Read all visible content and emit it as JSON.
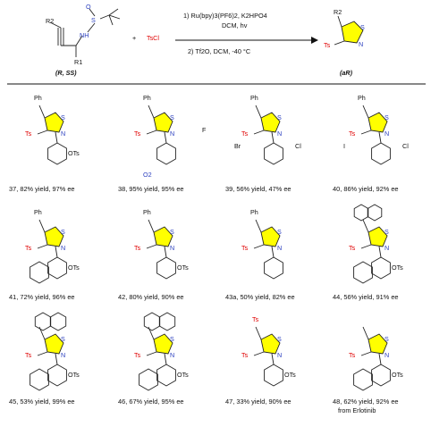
{
  "scheme": {
    "reagent": "TsCl",
    "plus": "+",
    "conditions_line1": "1) Ru(bpy)3(PF6)2, K2HPO4",
    "conditions_line2": "DCM, hv",
    "conditions_line3": "2) Tf2O, DCM, -40 °C",
    "substrate_label": "(R, SS)",
    "product_label": "(aR)",
    "atoms": {
      "r1": "R1",
      "r2": "R2",
      "s": "S",
      "o": "O",
      "nh": "NH",
      "n": "N",
      "ts": "Ts"
    }
  },
  "entries": [
    {
      "id": "37",
      "caption": "37, 82% yield, 97% ee"
    },
    {
      "id": "38",
      "caption": "38, 95% yield, 95% ee"
    },
    {
      "id": "39",
      "caption": "39, 56% yield, 47% ee"
    },
    {
      "id": "40",
      "caption": "40, 86% yield, 92% ee"
    },
    {
      "id": "41",
      "caption": "41, 72% yield, 96% ee"
    },
    {
      "id": "42",
      "caption": "42, 80% yield, 90% ee"
    },
    {
      "id": "43",
      "caption": "43a, 50% yield, 82% ee"
    },
    {
      "id": "44",
      "caption": "44, 56% yield, 91% ee"
    },
    {
      "id": "45",
      "caption": "45, 53% yield, 99% ee"
    },
    {
      "id": "46",
      "caption": "46, 67% yield, 95% ee"
    },
    {
      "id": "47",
      "caption": "47, 33% yield, 90% ee"
    },
    {
      "id": "48",
      "caption": "48, 62% yield, 92% ee"
    }
  ],
  "labels": {
    "ph": "Ph",
    "ots": "OTs",
    "f": "F",
    "br": "Br",
    "cl": "Cl",
    "i": "I",
    "o2": "O2",
    "me2n_ts": "Ts",
    "from_erlotinib": "from Erlotinib"
  },
  "colors": {
    "ring": "#ffff00",
    "ts": "#e00000",
    "heteroatom": "#2b3fbf"
  }
}
